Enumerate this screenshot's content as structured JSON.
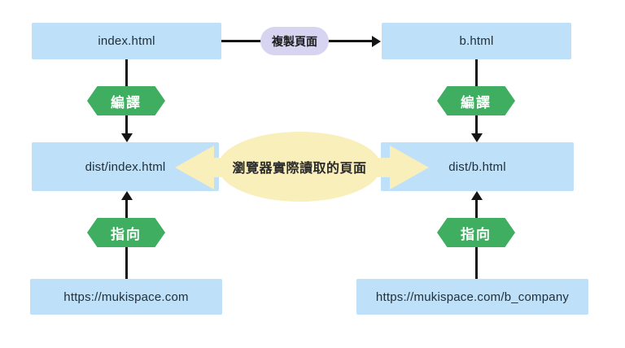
{
  "diagram": {
    "nodes": {
      "index_html": "index.html",
      "b_html": "b.html",
      "dist_index_html": "dist/index.html",
      "dist_b_html": "dist/b.html",
      "url_root": "https://mukispace.com",
      "url_b_company": "https://mukispace.com/b_company"
    },
    "labels": {
      "copy_page": "複製頁面",
      "compile": "編譯",
      "point_to": "指向",
      "browser_reads": "瀏覽器實際讀取的頁面"
    },
    "colors": {
      "node_fill": "#bee0f9",
      "badge_fill": "#3fae60",
      "pill_fill": "#d7d4f2",
      "highlight_fill": "#f8efbb",
      "connector": "#151515"
    }
  }
}
